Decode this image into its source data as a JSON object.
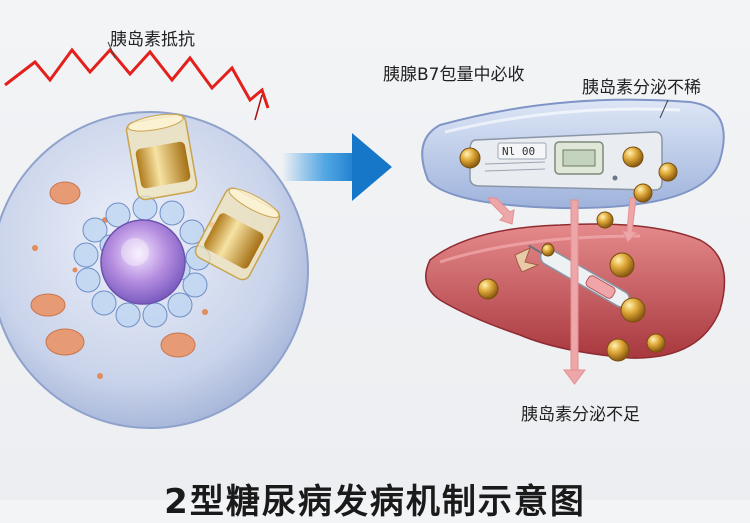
{
  "labels": {
    "resistance": "胰岛素抵抗",
    "top_center": "胰腺B7包量中必收",
    "top_right": "胰岛素分泌不稀",
    "bottom": "胰岛素分泌不足"
  },
  "device_text": "Nl 00",
  "title": "2型糖尿病发病机制示意图",
  "colors": {
    "zigzag": "#e3201b",
    "arrow": "#1e88d8",
    "pancreas": "#c4d2ec",
    "liver": "#c05458",
    "gold": "#d6a233"
  }
}
